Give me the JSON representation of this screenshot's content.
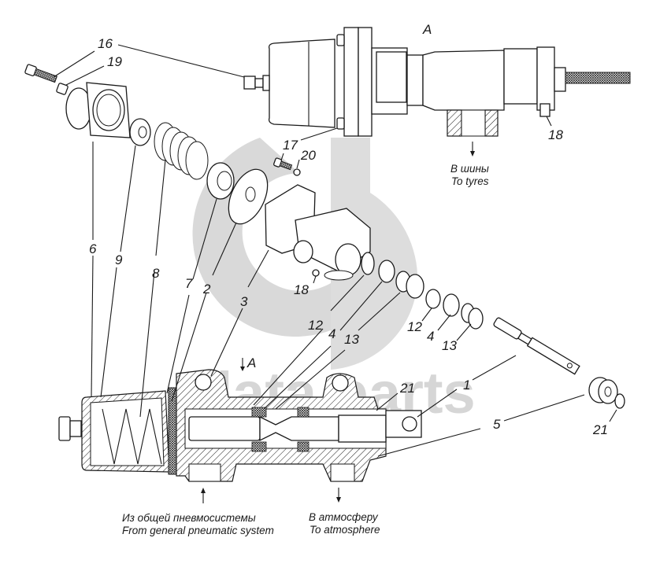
{
  "diagram": {
    "view_label": "A",
    "section_label": "A",
    "watermark": {
      "logo": "gd",
      "text": "data parts",
      "color": "#d9d9d9"
    },
    "callouts": [
      {
        "id": "c16",
        "label": "16"
      },
      {
        "id": "c19",
        "label": "19"
      },
      {
        "id": "c17",
        "label": "17"
      },
      {
        "id": "c20",
        "label": "20"
      },
      {
        "id": "c18a",
        "label": "18"
      },
      {
        "id": "c18b",
        "label": "18"
      },
      {
        "id": "c6",
        "label": "6"
      },
      {
        "id": "c9",
        "label": "9"
      },
      {
        "id": "c8",
        "label": "8"
      },
      {
        "id": "c7",
        "label": "7"
      },
      {
        "id": "c2",
        "label": "2"
      },
      {
        "id": "c3",
        "label": "3"
      },
      {
        "id": "c12a",
        "label": "12"
      },
      {
        "id": "c4a",
        "label": "4"
      },
      {
        "id": "c13a",
        "label": "13"
      },
      {
        "id": "c12b",
        "label": "12"
      },
      {
        "id": "c4b",
        "label": "4"
      },
      {
        "id": "c13b",
        "label": "13"
      },
      {
        "id": "c1",
        "label": "1"
      },
      {
        "id": "c21a",
        "label": "21"
      },
      {
        "id": "c21b",
        "label": "21"
      },
      {
        "id": "c5",
        "label": "5"
      }
    ],
    "captions": {
      "to_tyres_ru": "В шины",
      "to_tyres_en": "To tyres",
      "from_system_ru": "Из общей пневмосистемы",
      "from_system_en": "From general pneumatic system",
      "to_atmosphere_ru": "В атмосферу",
      "to_atmosphere_en": "To atmosphere"
    }
  }
}
